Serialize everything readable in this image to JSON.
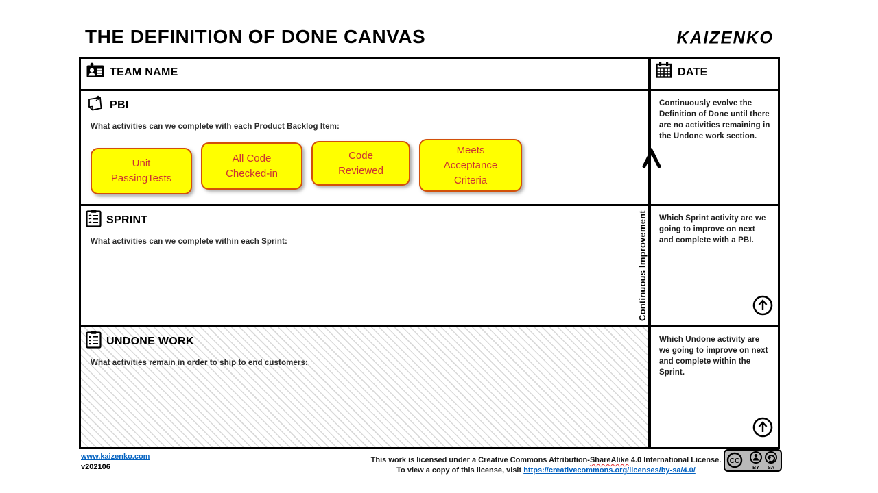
{
  "page": {
    "title": "THE DEFINITION OF DONE CANVAS",
    "logo": "Kaizenko"
  },
  "header": {
    "team_name_label": "TEAM NAME",
    "date_label": "DATE"
  },
  "sections": {
    "pbi": {
      "label": "PBI",
      "prompt": "What activities can we complete with each Product Backlog Item:",
      "notes": [
        {
          "text": "Unit\nPassingTests"
        },
        {
          "text": "All Code\nChecked-in"
        },
        {
          "text": "Code\nReviewed"
        },
        {
          "text": "Meets\nAcceptance\nCriteria"
        }
      ]
    },
    "sprint": {
      "label": "SPRINT",
      "prompt": "What activities can we complete within each Sprint:"
    },
    "undone": {
      "label": "UNDONE WORK",
      "prompt": "What activities remain in order to ship to end customers:"
    }
  },
  "right_column": {
    "evolve_note": "Continuously evolve the Definition of Done until there are no activities remaining in the Undone work section.",
    "continuous_improvement_label": "Continuous Improvement",
    "sprint_note": "Which Sprint activity are we going to improve on next and complete with a PBI.",
    "undone_note": "Which Undone activity are we going to improve on next and complete within the Sprint."
  },
  "footer": {
    "website": "www.kaizenko.com",
    "version": "v202106",
    "license_line1_prefix": "This work is licensed under a Creative Commons Attribution-",
    "license_sharealike": "ShareAlike",
    "license_line1_suffix": " 4.0 International License.",
    "license_line2_prefix": "To view a copy of this license, visit ",
    "license_url": "https://creativecommons.org/licenses/by-sa/4.0/",
    "badge": {
      "cc": "CC",
      "by": "BY",
      "sa": "SA"
    }
  },
  "colors": {
    "note_fill": "#FFFF00",
    "note_border": "#D2500A",
    "note_text": "#CC3232",
    "link_blue": "#0563C1",
    "hatch_gray": "#D9D9D9"
  }
}
